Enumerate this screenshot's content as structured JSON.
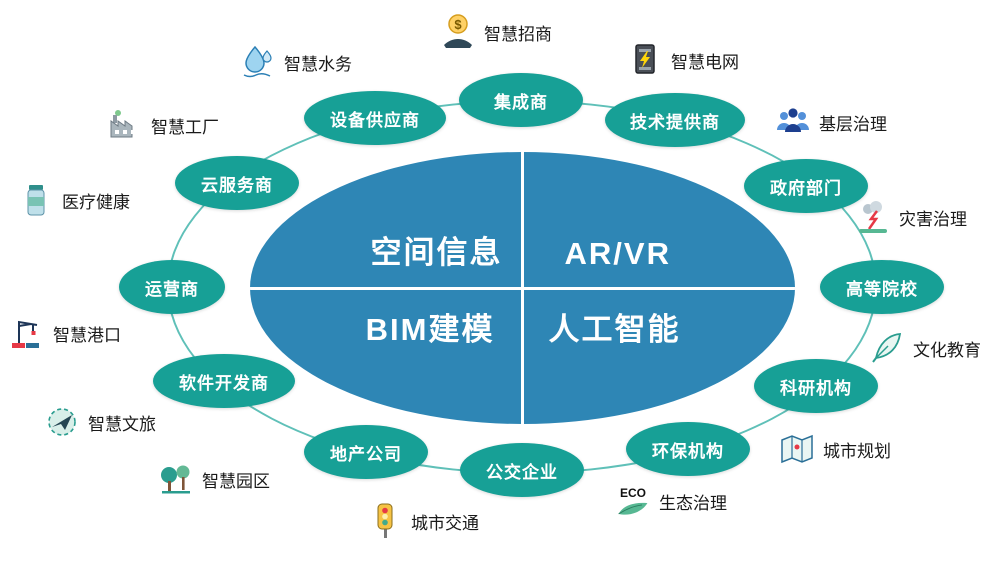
{
  "center": {
    "quadrants": [
      {
        "label": "空间信息"
      },
      {
        "label": "AR/VR"
      },
      {
        "label": "BIM建模"
      },
      {
        "label": "人工智能"
      }
    ]
  },
  "satellites": [
    {
      "label": "集成商"
    },
    {
      "label": "技术提供商"
    },
    {
      "label": "政府部门"
    },
    {
      "label": "高等院校"
    },
    {
      "label": "科研机构"
    },
    {
      "label": "环保机构"
    },
    {
      "label": "公交企业"
    },
    {
      "label": "地产公司"
    },
    {
      "label": "软件开发商"
    },
    {
      "label": "运营商"
    },
    {
      "label": "云服务商"
    },
    {
      "label": "设备供应商"
    }
  ],
  "externals": [
    {
      "label": "智慧水务"
    },
    {
      "label": "智慧招商",
      "icon_text": "$"
    },
    {
      "label": "智慧电网"
    },
    {
      "label": "基层治理"
    },
    {
      "label": "灾害治理"
    },
    {
      "label": "文化教育"
    },
    {
      "label": "城市规划"
    },
    {
      "label": "生态治理",
      "icon_text": "ECO"
    },
    {
      "label": "城市交通"
    },
    {
      "label": "智慧园区"
    },
    {
      "label": "智慧文旅"
    },
    {
      "label": "智慧港口"
    },
    {
      "label": "医疗健康"
    },
    {
      "label": "智慧工厂"
    }
  ],
  "colors": {
    "center_fill": "#2e86b5",
    "node_fill": "#17a096",
    "ring": "#5fc0b8"
  }
}
